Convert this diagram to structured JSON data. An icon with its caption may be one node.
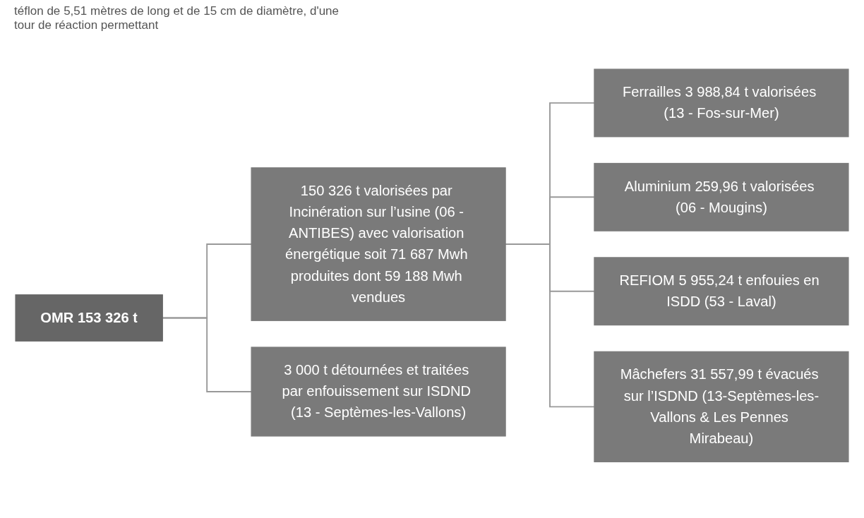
{
  "diagram": {
    "nodes": [
      {
        "text": [
          "OMR 153 326 t"
        ]
      },
      {
        "text": [
          "150 326 t valorisées par Incinération sur l’usine (06 - ANTIBES) avec valorisation énergétique soit 71 687 Mwh produites dont 59 188 Mwh vendues"
        ]
      },
      {
        "text": [
          "3 000 t détournées et traitées par enfouissement sur ISDND (13 - Septèmes-les-Vallons)"
        ]
      },
      {
        "text": [
          "Ferrailles 3 988,84 t valorisées (13 - Fos-sur-Mer)"
        ]
      },
      {
        "text": [
          "Aluminium 259,96 t valorisées (06 - Mougins)"
        ]
      },
      {
        "text": [
          "REFIOM 5 955,24 t enfouies en ISDD (53 - Laval)"
        ]
      },
      {
        "text": [
          "Mâchefers 31 557,99 t évacués sur l’ISDND (13-Septèmes-les-Vallons & Les Pennes Mirabeau)"
        ]
      }
    ],
    "edges": [
      {
        "from": 0,
        "to": 1,
        "arrow": "none"
      },
      {
        "from": 0,
        "to": 2,
        "arrow": "none"
      },
      {
        "from": 1,
        "to": 3,
        "arrow": "none"
      },
      {
        "from": 1,
        "to": 4,
        "arrow": "none"
      },
      {
        "from": 1,
        "to": 5,
        "arrow": "none"
      },
      {
        "from": 1,
        "to": 6,
        "arrow": "none"
      }
    ],
    "labels": [
      "téflon de 5,51 mètres de long et de 15 cm de diamètre, d'une tour de réaction permettant"
    ]
  }
}
